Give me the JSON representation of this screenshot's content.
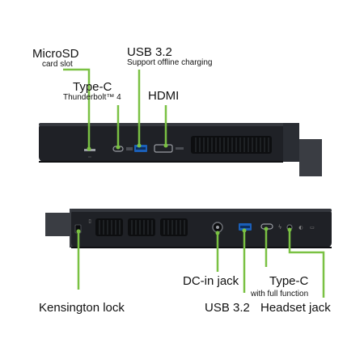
{
  "accent_color": "#7ac143",
  "laptop_color": "#1f2126",
  "top_view": {
    "callouts": [
      {
        "id": "microsd",
        "title": "MicroSD",
        "subtitle": "card slot"
      },
      {
        "id": "typec",
        "title": "Type-C",
        "subtitle": "Thunderbolt™ 4"
      },
      {
        "id": "usb",
        "title": "USB 3.2",
        "subtitle": "Support offline charging"
      },
      {
        "id": "hdmi",
        "title": "HDMI",
        "subtitle": ""
      }
    ]
  },
  "bottom_view": {
    "callouts": [
      {
        "id": "dcin",
        "title": "DC-in jack",
        "subtitle": ""
      },
      {
        "id": "typec",
        "title": "Type-C",
        "subtitle": "with full function"
      },
      {
        "id": "kensington",
        "title": "Kensington lock",
        "subtitle": ""
      },
      {
        "id": "usb",
        "title": "USB 3.2",
        "subtitle": ""
      },
      {
        "id": "headset",
        "title": "Headset jack",
        "subtitle": ""
      }
    ]
  }
}
